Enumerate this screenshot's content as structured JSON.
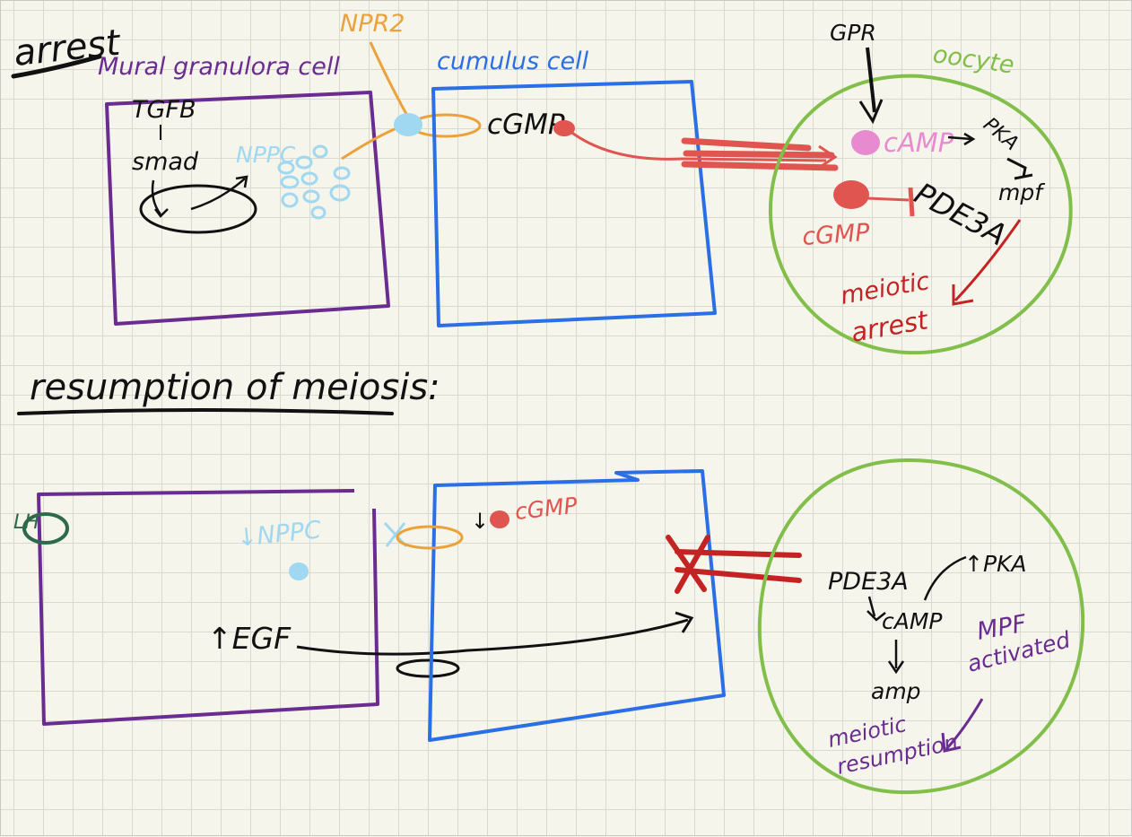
{
  "arrest": {
    "heading": "arrest",
    "mural_label": "Mural granulora cell",
    "tgfb": "TGFB",
    "smad": "smad",
    "nppc": "NPPC",
    "npr2": "NPR2",
    "cumulus_label": "cumulus cell",
    "cgmp_cumulus": "cGMP",
    "gpr": "GPR",
    "oocyte_label": "oocyte",
    "camp": "cAMP",
    "pka": "PKA",
    "mpf": "mpf",
    "cgmp_oocyte": "cGMP",
    "pde3a": "PDE3A",
    "meiotic_arrest_1": "meiotic",
    "meiotic_arrest_2": "arrest"
  },
  "resumption": {
    "heading": "resumption of meiosis:",
    "lh": "LH",
    "nppc_down": "↓NPPC",
    "egf_up": "↑EGF",
    "cgmp_down": "↓",
    "cgmp": "cGMP",
    "pde3a": "PDE3A",
    "pka": "↑PKA",
    "camp": "cAMP",
    "amp": "amp",
    "mpf_1": "MPF",
    "mpf_2": "activated",
    "meiotic_1": "meiotic",
    "meiotic_2": "resumption"
  },
  "colors": {
    "black": "#111111",
    "purple": "#6a2c91",
    "blue": "#2b6fe6",
    "green": "#82bf4a",
    "orange": "#eba23a",
    "light_blue": "#9fd8f0",
    "red": "#e05550",
    "dark_red": "#c42323",
    "pink": "#e88ad0",
    "dark_green": "#2e6a4a"
  }
}
